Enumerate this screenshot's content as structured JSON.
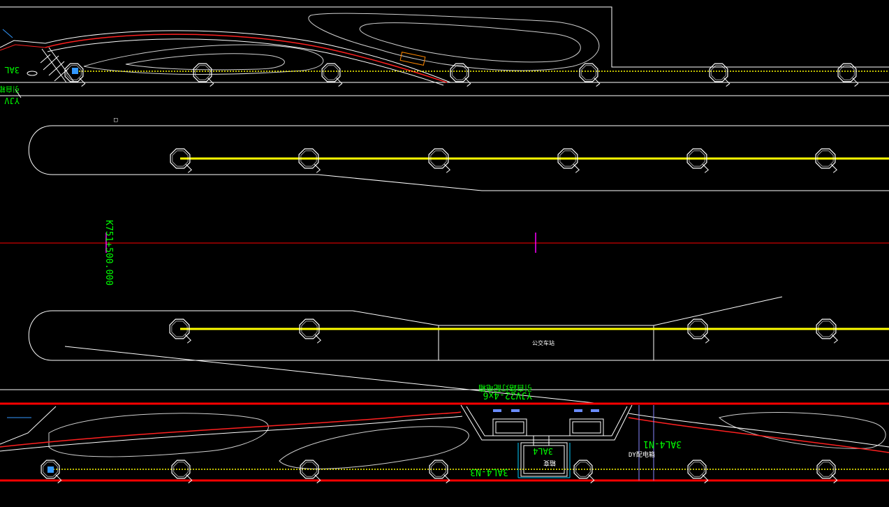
{
  "colors": {
    "background": "#000000",
    "road_edge": "#ffffff",
    "lighting_cable": "#ffff00",
    "center_line": "#ff0000",
    "annotation": "#00ff00",
    "marker": "#ff00ff",
    "device": "#3399ff",
    "orange_detail": "#ff8800"
  },
  "labels": {
    "station": "K751+500.000",
    "cable_spec": "YJV22-4x6",
    "cable_note": "引自路灯配电箱",
    "circuit_n3": "3AL4-N3",
    "circuit_n1": "3AL4-N1",
    "cabinet": "3AL4",
    "cabinet_name": "箱变",
    "distribution_box": "DY配电箱",
    "bus_stop": "公交车站",
    "left_label_1": "3AL",
    "left_label_2": "引自箱",
    "left_label_3": "YJV",
    "small_mark": "□"
  },
  "lamp_rows": [
    {
      "row": "top",
      "count": 7
    },
    {
      "row": "upper-median",
      "count": 6
    },
    {
      "row": "lower-median",
      "count": 4
    },
    {
      "row": "bottom",
      "count": 7
    }
  ]
}
